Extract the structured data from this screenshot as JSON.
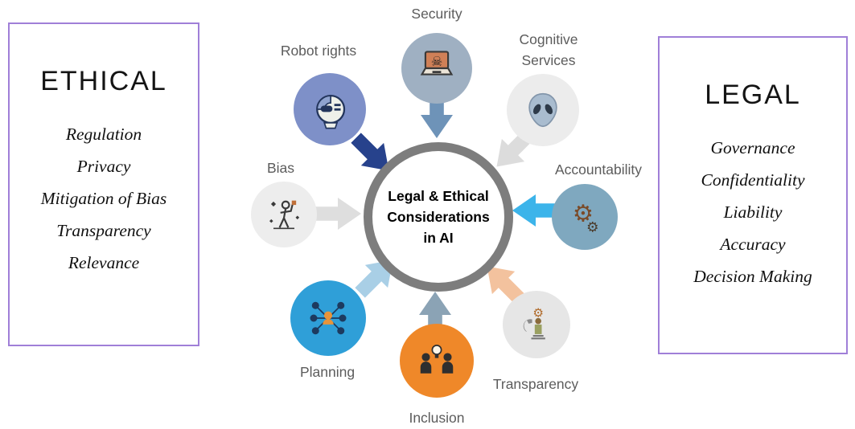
{
  "center": {
    "line1": "Legal & Ethical",
    "line2": "Considerations",
    "line3": "in AI",
    "border_color": "#7d7d7d"
  },
  "ethical_panel": {
    "title": "ETHICAL",
    "items": [
      "Regulation",
      "Privacy",
      "Mitigation of Bias",
      "Transparency",
      "Relevance"
    ],
    "border_color": "#a07fd8"
  },
  "legal_panel": {
    "title": "LEGAL",
    "items": [
      "Governance",
      "Confidentiality",
      "Liability",
      "Accuracy",
      "Decision Making"
    ],
    "border_color": "#a07fd8"
  },
  "nodes": [
    {
      "label": "Security",
      "icon": "skull-laptop-icon",
      "circle_color": "#9fb0c2",
      "arrow_color": "#6e93b8"
    },
    {
      "label": "Cognitive Services",
      "icon": "alien-icon",
      "circle_color": "#ececec",
      "arrow_color": "#dcdcdc"
    },
    {
      "label": "Accountability",
      "icon": "gears-icon",
      "circle_color": "#7fa8bf",
      "arrow_color": "#3cb4ea"
    },
    {
      "label": "Transparency",
      "icon": "wrench-gear-person-icon",
      "circle_color": "#e6e6e6",
      "arrow_color": "#f3c29e"
    },
    {
      "label": "Inclusion",
      "icon": "people-lightbulb-icon",
      "circle_color": "#ef8829",
      "arrow_color": "#8ba3b5"
    },
    {
      "label": "Planning",
      "icon": "network-people-icon",
      "circle_color": "#2f9fd8",
      "arrow_color": "#a9cfe6"
    },
    {
      "label": "Bias",
      "icon": "person-stars-icon",
      "circle_color": "#ededed",
      "arrow_color": "#dedede"
    },
    {
      "label": "Robot rights",
      "icon": "robot-head-icon",
      "circle_color": "#7e90c8",
      "arrow_color": "#27428c"
    }
  ]
}
